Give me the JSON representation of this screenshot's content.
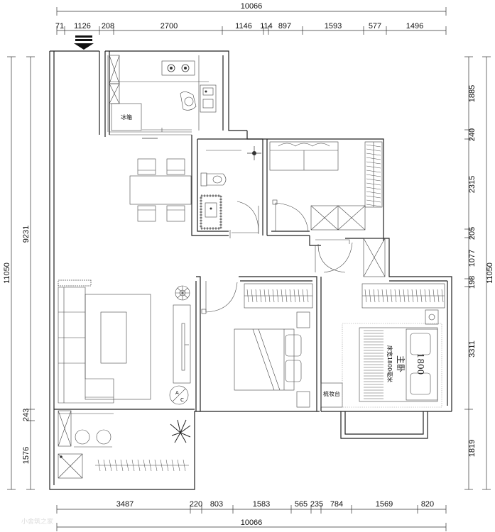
{
  "top_dims": [
    "71",
    "1126",
    "208",
    "2700",
    "1146",
    "114",
    "897",
    "1593",
    "577",
    "1496"
  ],
  "top_total": "10066",
  "bottom_dims": [
    "3487",
    "220",
    "803",
    "1583",
    "565",
    "235",
    "784",
    "1569",
    "820"
  ],
  "bottom_total": "10066",
  "left_dims": [
    "9231",
    "243",
    "1576"
  ],
  "left_total": "11050",
  "right_dims": [
    "1885",
    "240",
    "2315",
    "205",
    "1077",
    "198",
    "3311",
    "1819"
  ],
  "right_total": "11050",
  "labels": {
    "fridge": "冰箱",
    "dresser": "梳妆台",
    "master_bedroom": "主卧",
    "bed_size": "床宽1800毫米",
    "bed_width": "1800"
  },
  "watermark": "小舍筑之家"
}
